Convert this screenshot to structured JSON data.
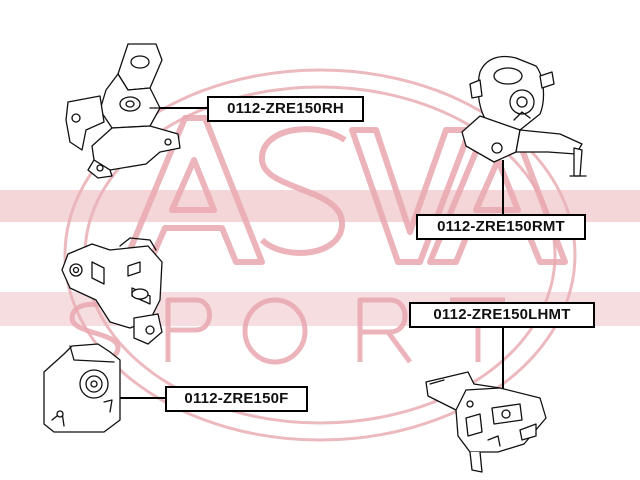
{
  "watermark": {
    "brand_text": "ASVA",
    "sub_text": "SPORT",
    "color": "#e8a0a6"
  },
  "parts": [
    {
      "id": "rh",
      "label": "0112-ZRE150RH",
      "icon": "engine-mount-right-icon"
    },
    {
      "id": "rmt",
      "label": "0112-ZRE150RMT",
      "icon": "engine-mount-rear-icon"
    },
    {
      "id": "lhmt",
      "label": "0112-ZRE150LHMT",
      "icon": "transmission-mount-left-icon"
    },
    {
      "id": "f",
      "label": "0112-ZRE150F",
      "icon": "engine-mount-front-icon"
    },
    {
      "icon": "side-bracket-mount-icon"
    }
  ],
  "colors": {
    "line": "#000000",
    "label_border": "#000000"
  }
}
